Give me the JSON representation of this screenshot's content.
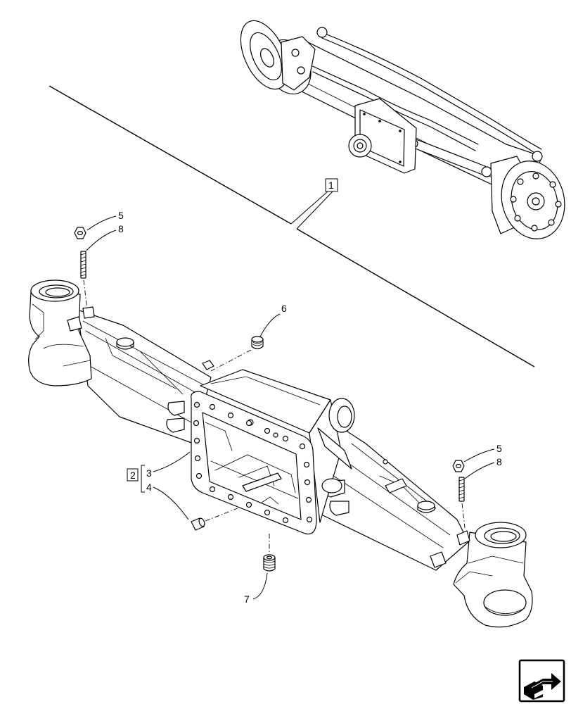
{
  "diagram": {
    "callouts": {
      "item_1": "1",
      "item_2": "2",
      "item_3": "3",
      "item_4": "4",
      "item_5_left": "5",
      "item_8_left": "8",
      "item_6": "6",
      "item_7": "7",
      "item_5_right": "5",
      "item_8_right": "8"
    },
    "icons": {
      "nav": "next-page-icon"
    },
    "colors": {
      "line": "#000000",
      "background": "#ffffff"
    }
  }
}
